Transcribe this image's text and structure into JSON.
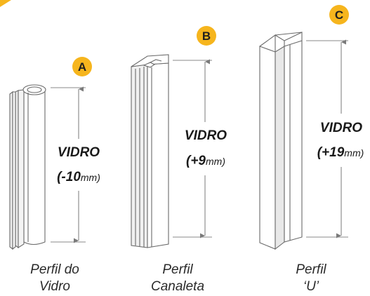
{
  "profiles": [
    {
      "badge": "A",
      "measure_title": "VIDRO",
      "measure_value": "(-10",
      "measure_unit": "mm)",
      "caption_line1": "Perfil do",
      "caption_line2": "Vidro"
    },
    {
      "badge": "B",
      "measure_title": "VIDRO",
      "measure_value": "(+9",
      "measure_unit": "mm)",
      "caption_line1": "Perfil",
      "caption_line2": "Canaleta"
    },
    {
      "badge": "C",
      "measure_title": "VIDRO",
      "measure_value": "(+19",
      "measure_unit": "mm)",
      "caption_line1": "Perfil",
      "caption_line2": "‘U’"
    }
  ],
  "colors": {
    "badge": "#f6b51d",
    "corner_mark": "#f6b51d",
    "line": "#6f6f6f",
    "profile_fill": "#ffffff",
    "profile_shade": "#e9e9e9"
  }
}
